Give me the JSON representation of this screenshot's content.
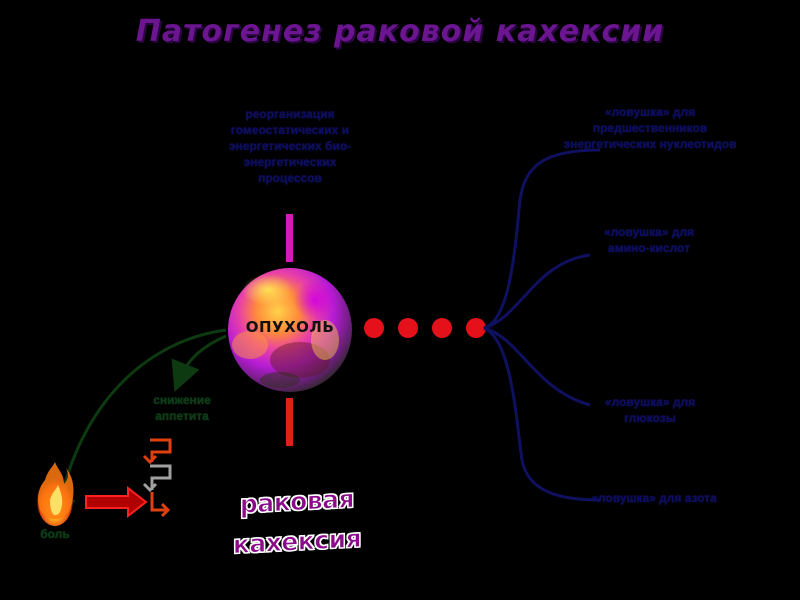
{
  "title": "Патогенез раковой кахексии",
  "tumor_label": "ОПУХОЛЬ",
  "top_label": "реорганизация гомеостатических и энергетических био-энергетических процессов",
  "right_labels": [
    "«ловушка» для предшественников энергетических нуклеотидов",
    "«ловушка» для амино-кислот",
    "«ловушка» для глюкозы",
    "«ловушка» для азота"
  ],
  "left_label": "снижение аппетита",
  "pain_label": "боль",
  "cachexia_label": "раковая кахексия",
  "colors": {
    "title": "#6b1590",
    "magenta_bar": "#d61ab5",
    "red_bar": "#e0201a",
    "dots": "#e4101a",
    "blue_lines": "#101060",
    "green_line": "#0d3a10"
  }
}
